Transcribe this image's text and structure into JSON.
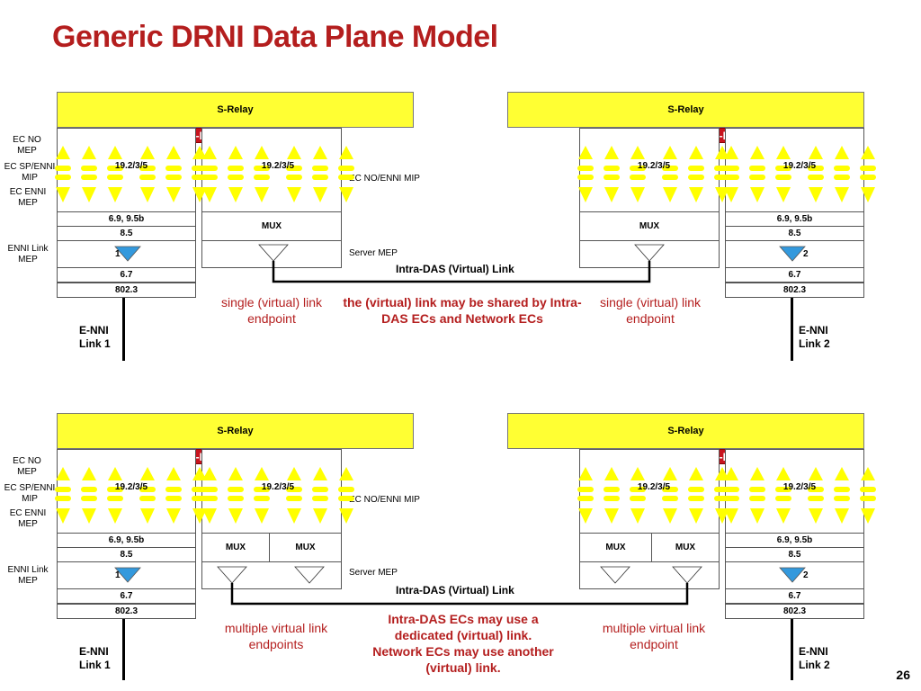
{
  "title": "Generic DRNI Data Plane Model",
  "page_number": "26",
  "labels": {
    "s_relay": "S-Relay",
    "half_das": "Half-DAS",
    "ref": "19.2/3/5",
    "row_69": "6.9, 9.5b",
    "row_85": "8.5",
    "row_67": "6.7",
    "row_8023": "802.3",
    "mux": "MUX",
    "ec_no_mep": "EC NO MEP",
    "ec_sp_enni_mip": "EC SP/ENNI MIP",
    "ec_enni_mep": "EC ENNI MEP",
    "enni_link_mep": "ENNI Link MEP",
    "ec_no_enni_mip": "EC NO/ENNI MIP",
    "server_mep": "Server MEP",
    "intra_das_link": "Intra-DAS (Virtual) Link",
    "enni_link1_a": "E-NNI",
    "enni_link1_b": "Link 1",
    "enni_link2_a": "E-NNI",
    "enni_link2_b": "Link 2",
    "stub_left": "1",
    "stub_right": "2"
  },
  "top": {
    "left_caption": "single (virtual) link endpoint",
    "center_caption": "the (virtual) link may be shared by Intra-DAS ECs and Network ECs",
    "right_caption": "single (virtual) link endpoint"
  },
  "bottom": {
    "left_caption": "multiple virtual link endpoints",
    "center_caption": "Intra-DAS ECs may use a dedicated (virtual) link. Network ECs may use another (virtual) link.",
    "right_caption": "multiple virtual link endpoint"
  },
  "colors": {
    "title": "#b41e1e",
    "s_relay": "#ffff33",
    "half_das": "#c8141e",
    "mep_triangle": "#ffff00",
    "enni_triangle": "#3399dd"
  }
}
